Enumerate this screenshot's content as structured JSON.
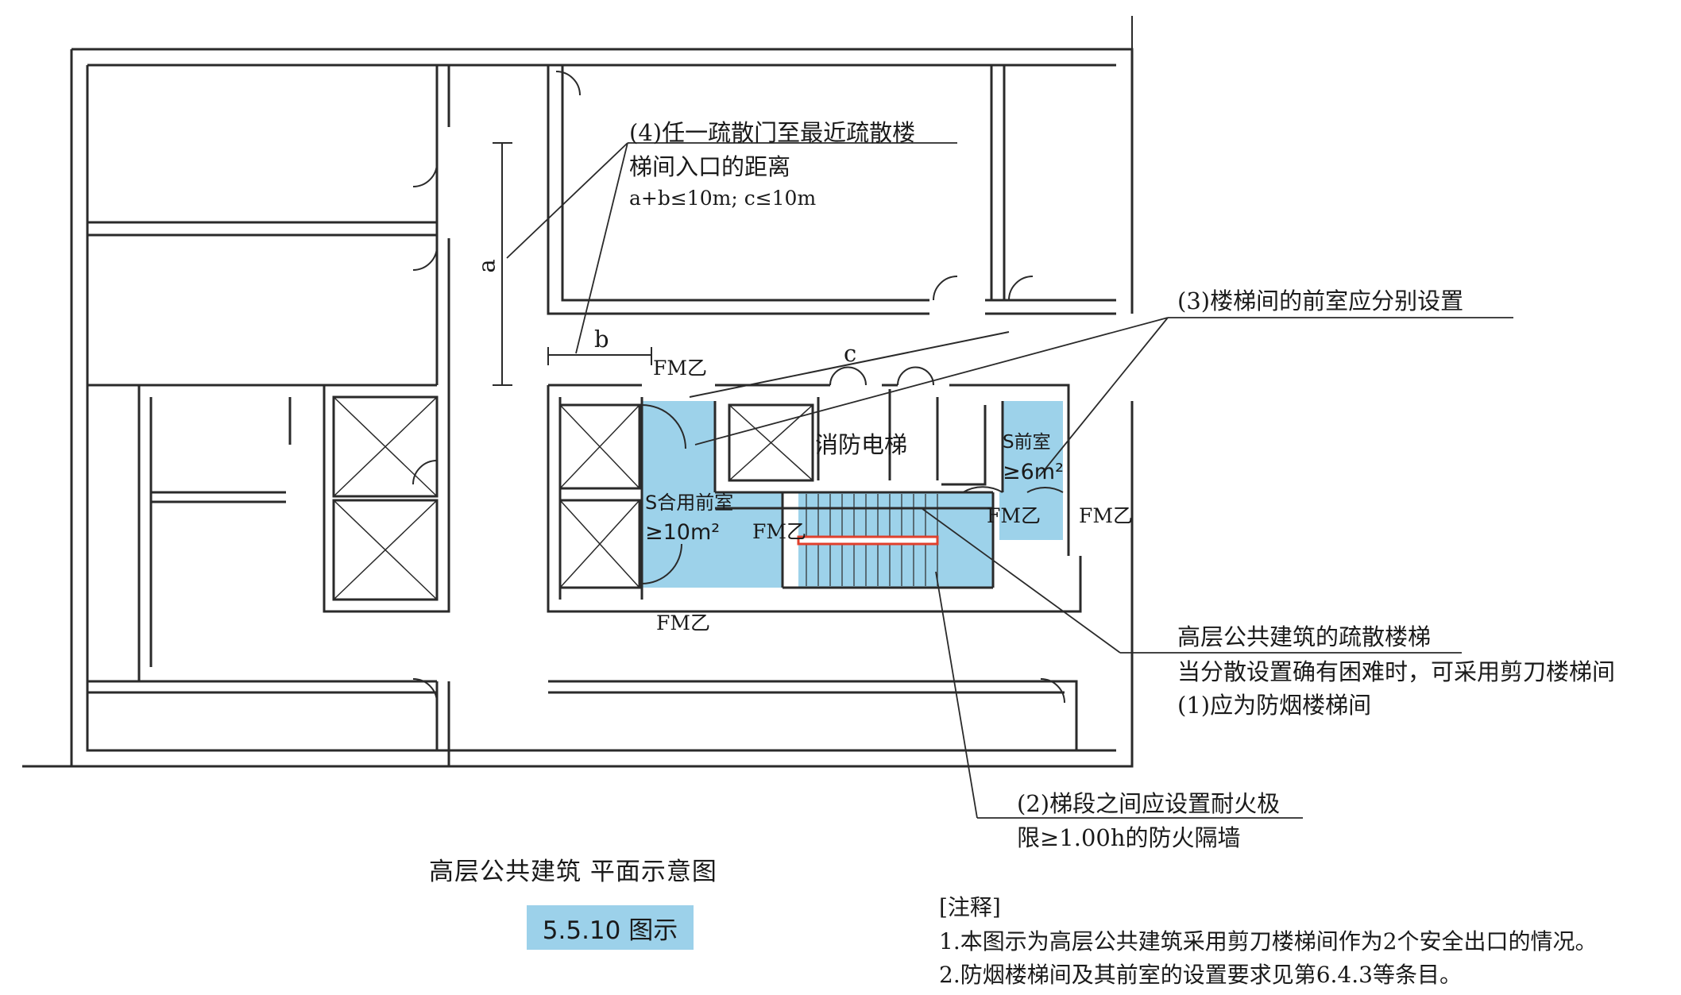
{
  "figure": {
    "title": "高层公共建筑  平面示意图",
    "badge": "5.5.10 图示"
  },
  "callouts": {
    "c4_line1": "(4)任一疏散门至最近疏散楼",
    "c4_line2": "梯间入口的距离",
    "c4_line3": "a+b≤10m;  c≤10m",
    "c3": "(3)楼梯间的前室应分别设置",
    "main_line1": "高层公共建筑的疏散楼梯",
    "main_line2": "当分散设置确有困难时，可采用剪刀楼梯间",
    "main_line3": "(1)应为防烟楼梯间",
    "c2_line1": "(2)梯段之间应设置耐火极",
    "c2_line2": "限≥1.00h的防火隔墙"
  },
  "plan_labels": {
    "dim_a": "a",
    "dim_b": "b",
    "dim_c": "c",
    "fm_top": "FM乙",
    "fm_left_mid": "FM乙",
    "fm_bottom": "FM乙",
    "fm_right1": "FM乙",
    "fm_right2": "FM乙",
    "fire_elevator": "消防电梯",
    "shared_anteroom_name": "S合用前室",
    "shared_anteroom_area": "≥10m²",
    "anteroom_name": "S前室",
    "anteroom_area": "≥6m²"
  },
  "notes": {
    "header": "[注释]",
    "item1": "1.本图示为高层公共建筑采用剪刀楼梯间作为2个安全出口的情况。",
    "item2": "2.防烟楼梯间及其前室的设置要求见第6.4.3等条目。"
  },
  "colors": {
    "room_blue": "#9dd2ea",
    "fire_wall_red": "#e0402c",
    "line": "#2a2a2a",
    "badge_blue": "#9cd1ea"
  }
}
